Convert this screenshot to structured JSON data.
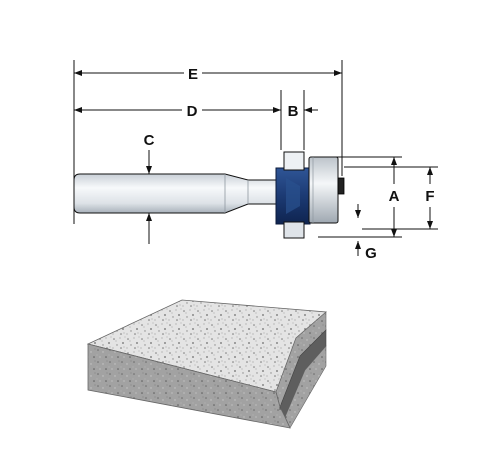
{
  "labels": {
    "a": "A",
    "b": "B",
    "c": "C",
    "d": "D",
    "e": "E",
    "f": "F",
    "g": "G"
  },
  "colors": {
    "shank_light": "#f4f6f8",
    "shank_dark": "#b9c1c9",
    "cutter_blue": "#1f3f7a",
    "slab_top": "#e6e6e6",
    "slab_front": "#9a9a9a",
    "line": "#111111"
  }
}
